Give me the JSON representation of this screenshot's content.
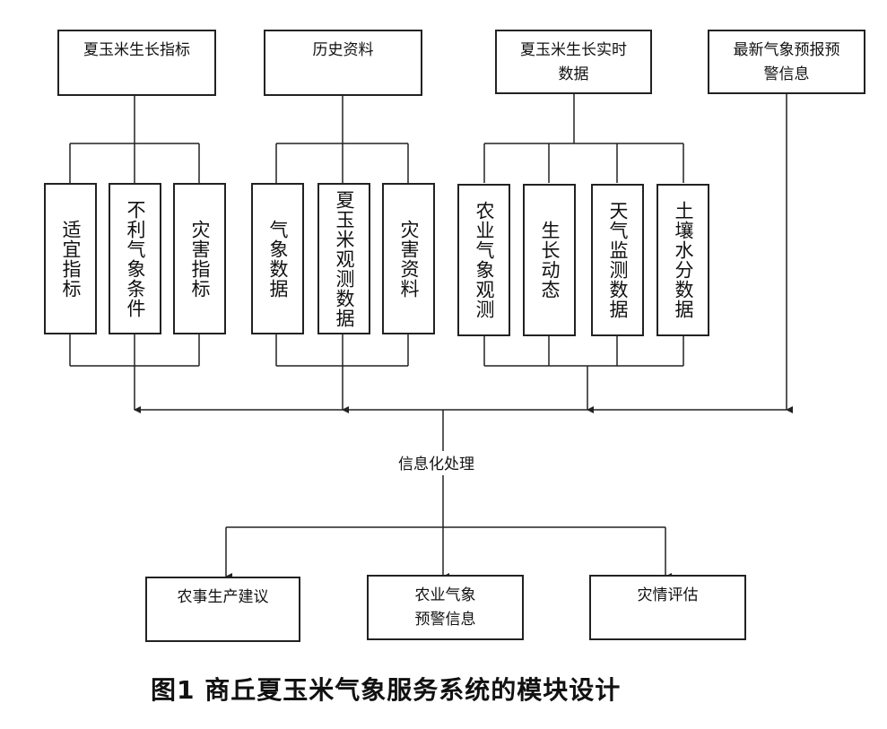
{
  "top": {
    "summer_corn_growth_indicators": "夏玉米生长指标",
    "historical_data": "历史资料",
    "realtime_growth_data": "夏玉米生长实时\n数据",
    "latest_forecast_warning": "最新气象预报预\n警信息"
  },
  "sub": {
    "suitable_indicators": "适宜指标",
    "adverse_weather_conditions": "不利气象条件",
    "disaster_indicators": "灾害指标",
    "meteorological_data": "气象数据",
    "corn_observation_data": "夏玉米观测数据",
    "disaster_data": "灾害资料",
    "agro_met_observation": "农业气象观测",
    "growth_dynamics": "生长动态",
    "weather_monitoring_data": "天气监测数据",
    "soil_moisture_data": "土壤水分数据"
  },
  "process": {
    "info_processing": "信息化处理"
  },
  "outputs": {
    "farming_advice": "农事生产建议",
    "agro_met_warning": "农业气象\n预警信息",
    "disaster_assessment": "灾情评估"
  },
  "caption": "图1  商丘夏玉米气象服务系统的模块设计"
}
